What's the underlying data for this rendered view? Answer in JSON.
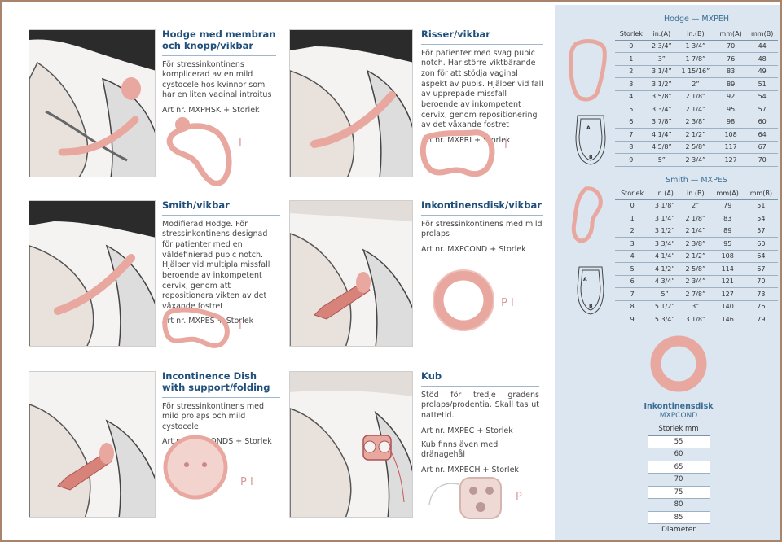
{
  "products": [
    {
      "title": "Hodge med membran och knopp/vikbar",
      "desc": "För stressinkontinens komplicerad av en mild cystocele hos kvinnor som har en liten vaginal introitus",
      "art": "Art nr. MXPHSK + Storlek",
      "size_char": "I"
    },
    {
      "title": "Risser/vikbar",
      "desc": "För patienter med svag pubic notch. Har större viktbärande zon för att stödja vaginal aspekt av pubis. Hjälper vid fall av upprepade missfall beroende av inkompetent cervix, genom repositionering av det växande fostret",
      "art": "Art nr. MXPRI + Storlek",
      "size_char": "I"
    },
    {
      "title": "Smith/vikbar",
      "desc": "Modifierad Hodge. För stressinkontinens designad för patienter med en väldefinierad pubic notch. Hjälper vid multipla missfall beroende av inkompetent cervix, genom att repositionera vikten av det växande fostret",
      "art": "Art nr. MXPES + Storlek",
      "size_char": "I"
    },
    {
      "title": "Inkontinensdisk/vikbar",
      "desc": "För stressinkontinens med mild prolaps",
      "art": "Art nr. MXPCOND + Storlek",
      "size_char": "P I"
    },
    {
      "title": "Incontinence Dish with support/folding",
      "desc": "För stressinkontinens med mild prolaps och mild cystocele",
      "art": "Art nr. MXPCONDS + Storlek",
      "size_char": "P I"
    },
    {
      "title": "Kub",
      "desc": "Stöd för tredje gradens prolaps/prodentia. Skall tas ut nattetid.",
      "art": "Art nr. MXPEC + Storlek",
      "extra": "Kub finns även med dränagehål",
      "art2": "Art nr. MXPECH + Storlek",
      "size_char": "P"
    }
  ],
  "hodge_table": {
    "title": "Hodge — MXPEH",
    "headers": [
      "Storlek",
      "in.(A)",
      "in.(B)",
      "mm(A)",
      "mm(B)"
    ],
    "rows": [
      [
        "0",
        "2 3/4”",
        "1 3/4”",
        "70",
        "44"
      ],
      [
        "1",
        "3”",
        "1 7/8”",
        "76",
        "48"
      ],
      [
        "2",
        "3 1/4”",
        "1 15/16”",
        "83",
        "49"
      ],
      [
        "3",
        "3 1/2”",
        "2”",
        "89",
        "51"
      ],
      [
        "4",
        "3 5/8”",
        "2 1/8”",
        "92",
        "54"
      ],
      [
        "5",
        "3 3/4”",
        "2 1/4”",
        "95",
        "57"
      ],
      [
        "6",
        "3 7/8”",
        "2 3/8”",
        "98",
        "60"
      ],
      [
        "7",
        "4 1/4”",
        "2 1/2”",
        "108",
        "64"
      ],
      [
        "8",
        "4 5/8”",
        "2 5/8”",
        "117",
        "67"
      ],
      [
        "9",
        "5”",
        "2 3/4”",
        "127",
        "70"
      ]
    ]
  },
  "smith_table": {
    "title": "Smith — MXPES",
    "headers": [
      "Storlek",
      "in.(A)",
      "in.(B)",
      "mm(A)",
      "mm(B)"
    ],
    "rows": [
      [
        "0",
        "3 1/8”",
        "2”",
        "79",
        "51"
      ],
      [
        "1",
        "3 1/4”",
        "2 1/8”",
        "83",
        "54"
      ],
      [
        "2",
        "3 1/2”",
        "2 1/4”",
        "89",
        "57"
      ],
      [
        "3",
        "3 3/4”",
        "2 3/8”",
        "95",
        "60"
      ],
      [
        "4",
        "4 1/4”",
        "2 1/2”",
        "108",
        "64"
      ],
      [
        "5",
        "4 1/2”",
        "2 5/8”",
        "114",
        "67"
      ],
      [
        "6",
        "4 3/4”",
        "2 3/4”",
        "121",
        "70"
      ],
      [
        "7",
        "5”",
        "2 7/8”",
        "127",
        "73"
      ],
      [
        "8",
        "5 1/2”",
        "3”",
        "140",
        "76"
      ],
      [
        "9",
        "5 3/4”",
        "3 1/8”",
        "146",
        "79"
      ]
    ]
  },
  "disk_table": {
    "title": "Inkontinensdisk",
    "subtitle": "MXPCOND",
    "header": "Storlek mm",
    "sizes": [
      "55",
      "60",
      "65",
      "70",
      "75",
      "80",
      "85"
    ],
    "footer": "Diameter"
  },
  "diagram_labels": {
    "a": "A",
    "b": "B"
  },
  "colors": {
    "accent": "#1f4f7a",
    "pessary": "#e8a8a0",
    "panel_bg": "#dbe6f0",
    "border": "#a9846c"
  }
}
